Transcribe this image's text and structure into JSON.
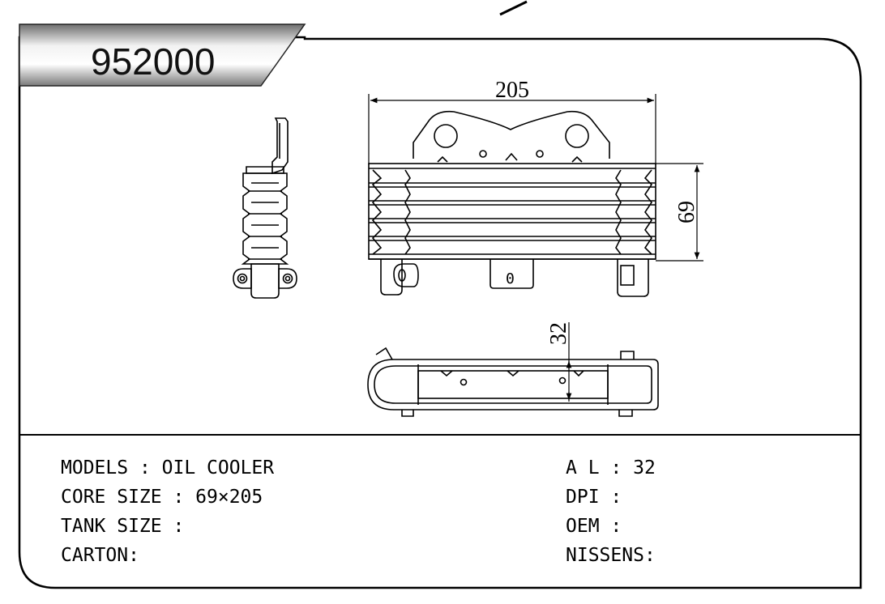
{
  "title": {
    "part_number": "952000"
  },
  "dimensions": {
    "width": "205",
    "height": "69",
    "depth": "32"
  },
  "details": {
    "hole_label": "0",
    "left": [
      {
        "key": "MODELS",
        "sep": " : ",
        "value": "OIL COOLER"
      },
      {
        "key": "CORE SIZE",
        "sep": " : ",
        "value": "69×205"
      },
      {
        "key": "TANK SIZE",
        "sep": " :",
        "value": ""
      },
      {
        "key": "CARTON",
        "sep": ":",
        "value": ""
      }
    ],
    "right": [
      {
        "key": "A L",
        "sep": " : ",
        "value": "32"
      },
      {
        "key": "DPI",
        "sep": " :",
        "value": ""
      },
      {
        "key": "OEM",
        "sep": " :",
        "value": ""
      },
      {
        "key": "NISSENS",
        "sep": ":",
        "value": ""
      }
    ]
  },
  "colors": {
    "line": "#000000",
    "banner_dark": "#6e6e6e",
    "banner_light": "#f2f2f2"
  }
}
